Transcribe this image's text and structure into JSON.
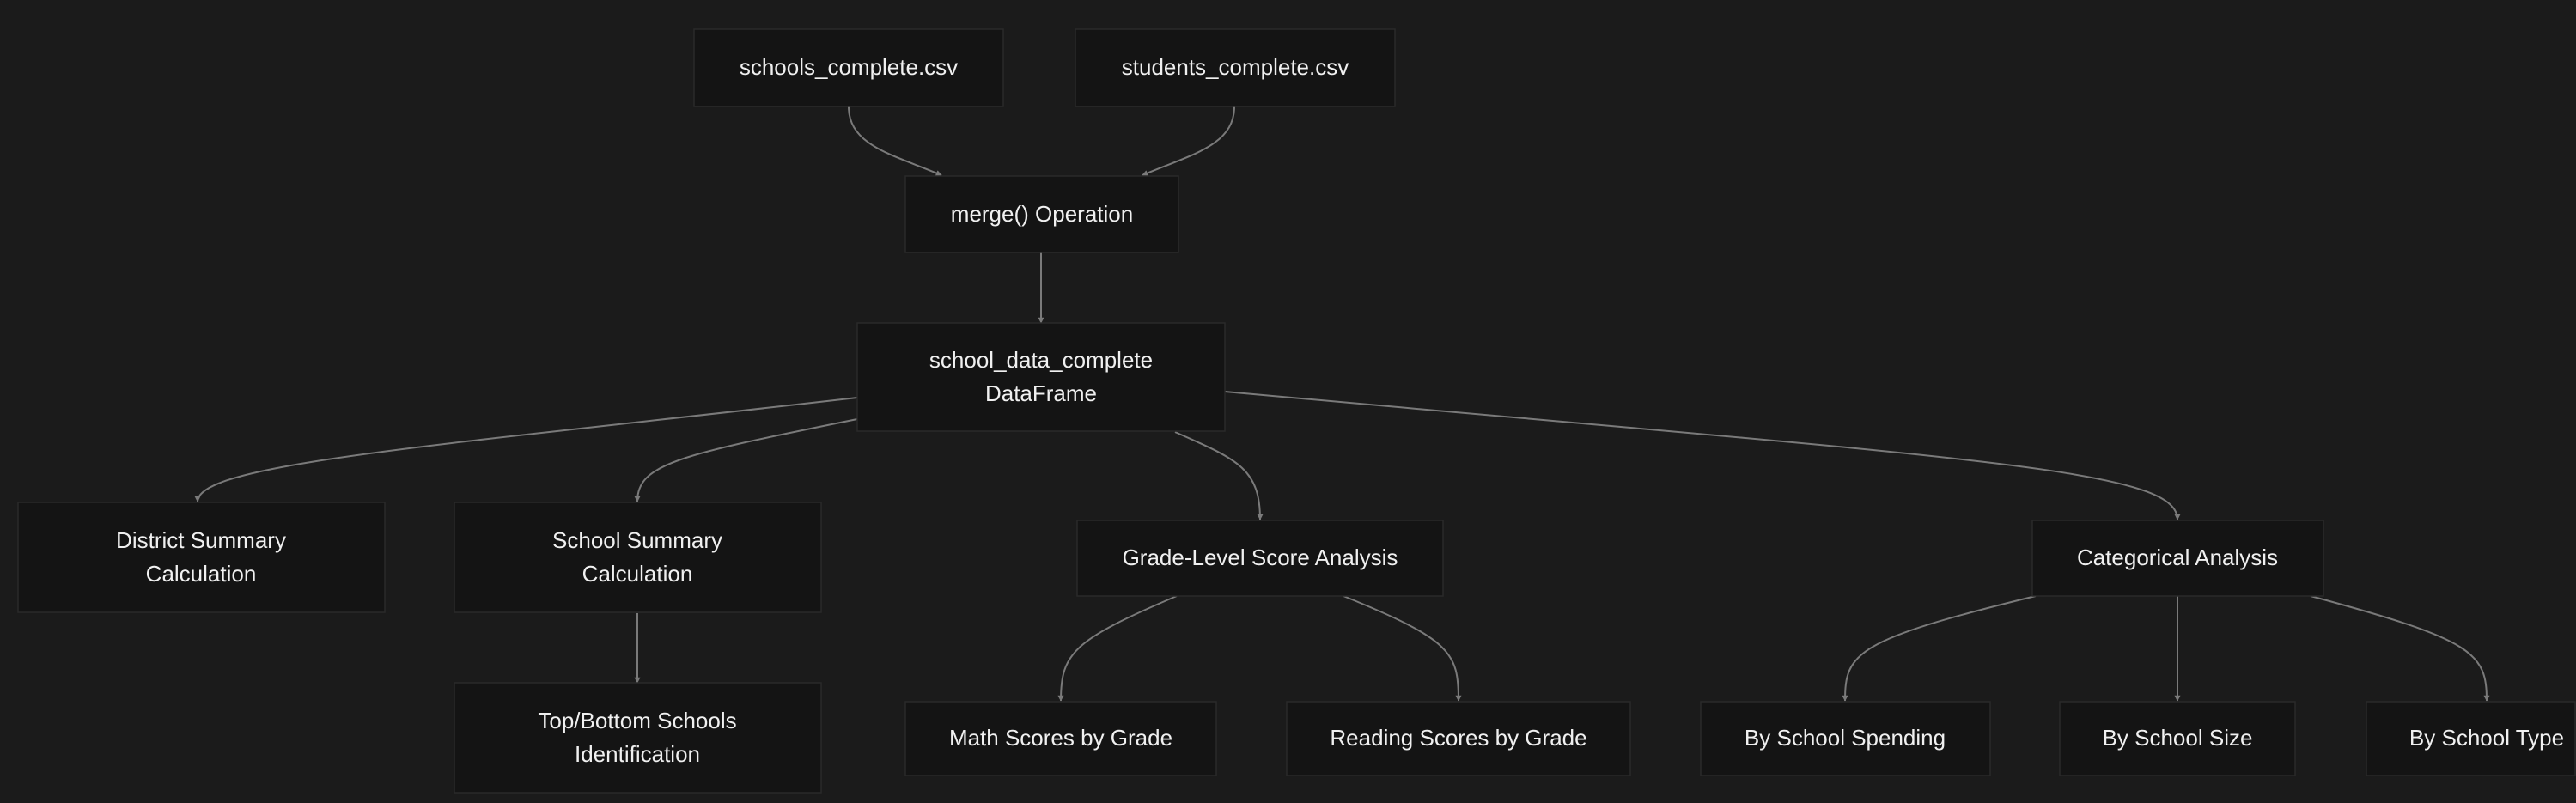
{
  "colors": {
    "background": "#1b1b1b",
    "node_fill": "#141414",
    "node_stroke": "#2a2a2a",
    "edge": "#7a7a7a",
    "text": "#f0f0f0"
  },
  "nodes": {
    "schools_csv": {
      "lines": [
        "schools_complete.csv"
      ]
    },
    "students_csv": {
      "lines": [
        "students_complete.csv"
      ]
    },
    "merge": {
      "lines": [
        "merge() Operation"
      ]
    },
    "dataframe": {
      "lines": [
        "school_data_complete",
        "DataFrame"
      ]
    },
    "district": {
      "lines": [
        "District Summary",
        "Calculation"
      ]
    },
    "school_summary": {
      "lines": [
        "School Summary",
        "Calculation"
      ]
    },
    "grade_level": {
      "lines": [
        "Grade-Level Score Analysis"
      ]
    },
    "categorical": {
      "lines": [
        "Categorical Analysis"
      ]
    },
    "top_bottom": {
      "lines": [
        "Top/Bottom Schools",
        "Identification"
      ]
    },
    "math": {
      "lines": [
        "Math Scores by Grade"
      ]
    },
    "reading": {
      "lines": [
        "Reading Scores by Grade"
      ]
    },
    "spending": {
      "lines": [
        "By School Spending"
      ]
    },
    "size": {
      "lines": [
        "By School Size"
      ]
    },
    "type": {
      "lines": [
        "By School Type"
      ]
    }
  },
  "edges": [
    {
      "from": "schools_csv",
      "to": "merge"
    },
    {
      "from": "students_csv",
      "to": "merge"
    },
    {
      "from": "merge",
      "to": "dataframe"
    },
    {
      "from": "dataframe",
      "to": "district"
    },
    {
      "from": "dataframe",
      "to": "school_summary"
    },
    {
      "from": "dataframe",
      "to": "grade_level"
    },
    {
      "from": "dataframe",
      "to": "categorical"
    },
    {
      "from": "school_summary",
      "to": "top_bottom"
    },
    {
      "from": "grade_level",
      "to": "math"
    },
    {
      "from": "grade_level",
      "to": "reading"
    },
    {
      "from": "categorical",
      "to": "spending"
    },
    {
      "from": "categorical",
      "to": "size"
    },
    {
      "from": "categorical",
      "to": "type"
    }
  ]
}
